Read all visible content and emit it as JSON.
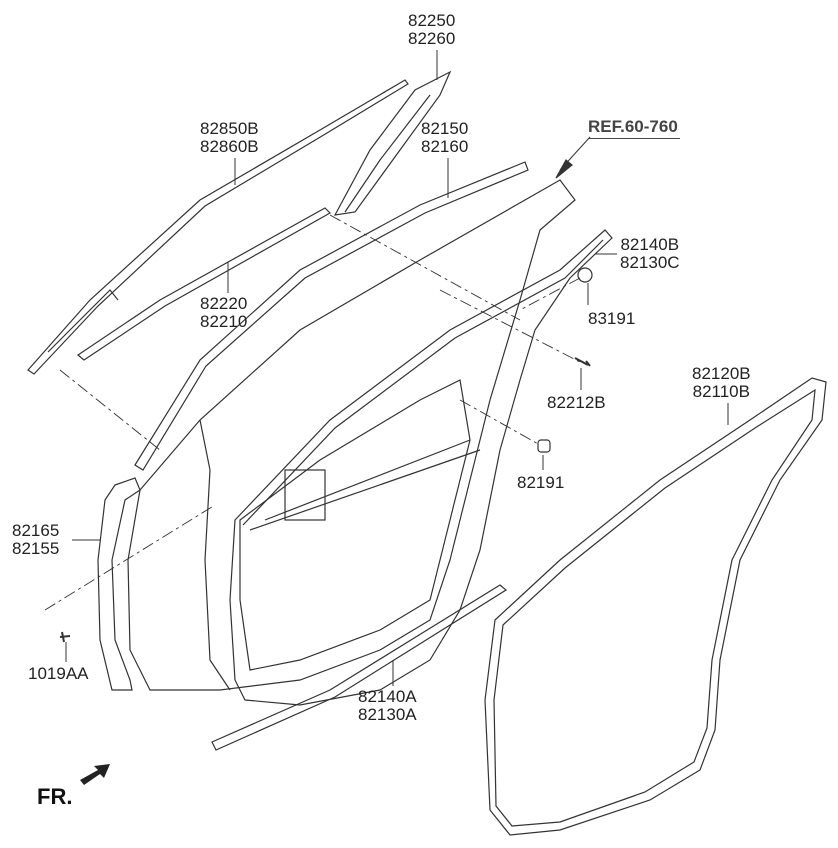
{
  "labels": {
    "p82250": [
      "82250",
      "82260"
    ],
    "p82850B": [
      "82850B",
      "82860B"
    ],
    "p82150": [
      "82150",
      "82160"
    ],
    "p82140B": [
      "82140B",
      "82130C"
    ],
    "p83191": [
      "83191"
    ],
    "p82220": [
      "82220",
      "82210"
    ],
    "p82212B": [
      "82212B"
    ],
    "p82120B": [
      "82120B",
      "82110B"
    ],
    "p82191": [
      "82191"
    ],
    "p82165": [
      "82165",
      "82155"
    ],
    "p1019AA": [
      "1019AA"
    ],
    "p82140A": [
      "82140A",
      "82130A"
    ]
  },
  "reference": "REF.60-760",
  "front_indicator": "FR."
}
